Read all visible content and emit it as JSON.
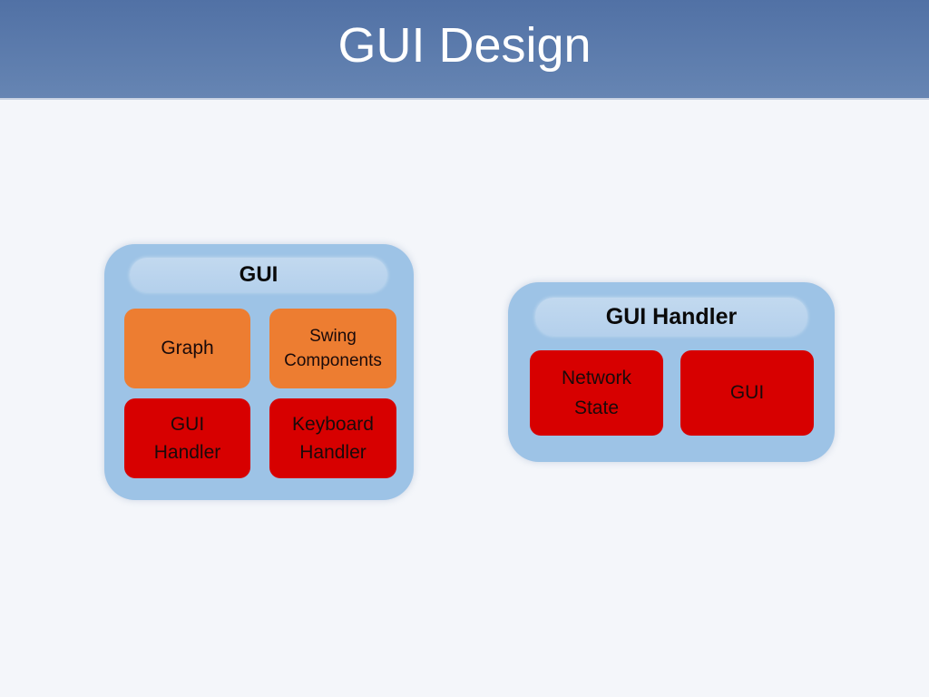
{
  "slide": {
    "title": "GUI Design"
  },
  "colors": {
    "header": "#5a78aa",
    "group_fill": "#9dc3e6",
    "orange_box": "#ed7d31",
    "red_box": "#d70000"
  },
  "groups": [
    {
      "label": "GUI",
      "boxes": [
        {
          "lines": [
            "Graph"
          ],
          "color": "orange"
        },
        {
          "lines": [
            "Swing",
            "Components"
          ],
          "color": "orange"
        },
        {
          "lines": [
            "GUI",
            "Handler"
          ],
          "color": "red"
        },
        {
          "lines": [
            "Keyboard",
            "Handler"
          ],
          "color": "red"
        }
      ]
    },
    {
      "label": "GUI Handler",
      "boxes": [
        {
          "lines": [
            "Network",
            "State"
          ],
          "color": "red"
        },
        {
          "lines": [
            "GUI"
          ],
          "color": "red"
        }
      ]
    }
  ]
}
